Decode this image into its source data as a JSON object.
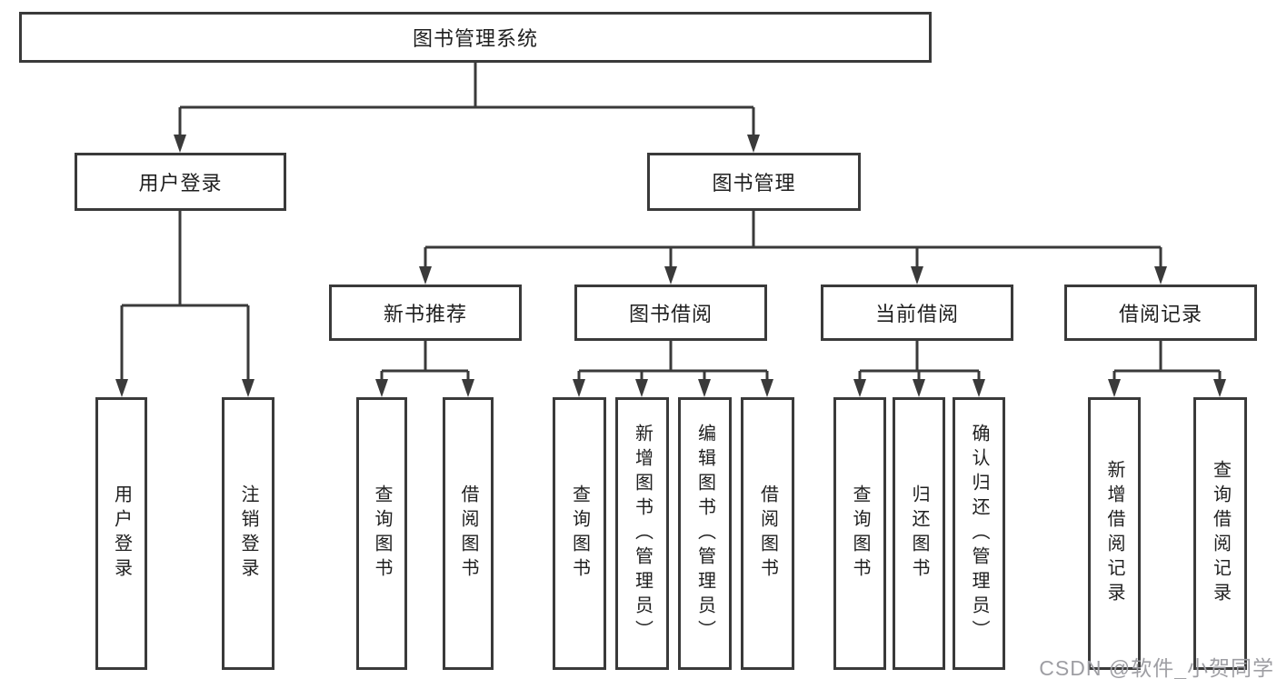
{
  "title": "图书管理系统",
  "colors": {
    "line": "#3a3a3a",
    "text": "#1f1f1f",
    "watermark": "#9e9ea3",
    "background": "#ffffff"
  },
  "watermark": {
    "text": "CSDN @软件_小贺同学"
  },
  "tree": {
    "label": "图书管理系统",
    "children": [
      {
        "label": "用户登录",
        "children": [
          {
            "label": "用户登录"
          },
          {
            "label": "注销登录"
          }
        ]
      },
      {
        "label": "图书管理",
        "children": [
          {
            "label": "新书推荐",
            "children": [
              {
                "label": "查询图书"
              },
              {
                "label": "借阅图书"
              }
            ]
          },
          {
            "label": "图书借阅",
            "children": [
              {
                "label": "查询图书"
              },
              {
                "label": "新增图书（管理员）"
              },
              {
                "label": "编辑图书（管理员）"
              },
              {
                "label": "借阅图书"
              }
            ]
          },
          {
            "label": "当前借阅",
            "children": [
              {
                "label": "查询图书"
              },
              {
                "label": "归还图书"
              },
              {
                "label": "确认归还（管理员）"
              }
            ]
          },
          {
            "label": "借阅记录",
            "children": [
              {
                "label": "新增借阅记录"
              },
              {
                "label": "查询借阅记录"
              }
            ]
          }
        ]
      }
    ]
  }
}
